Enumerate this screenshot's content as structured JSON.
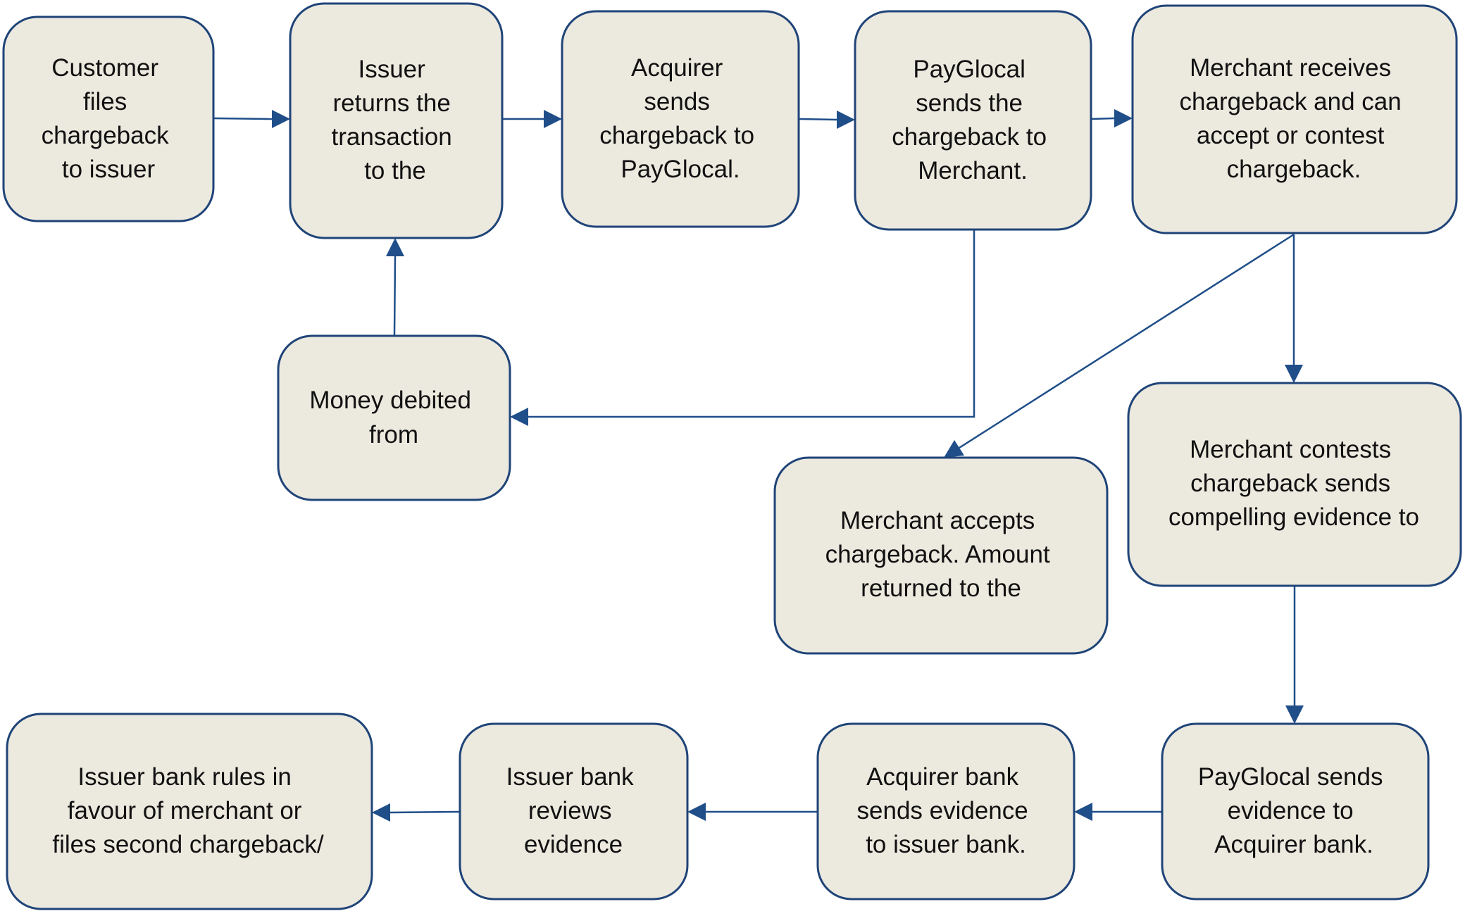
{
  "nodes": {
    "customer_files": {
      "lines": [
        "Customer",
        "files",
        "chargeback",
        "to issuer"
      ]
    },
    "issuer_returns": {
      "lines": [
        "Issuer",
        "returns the",
        "transaction",
        "to the"
      ]
    },
    "acquirer_sends": {
      "lines": [
        "Acquirer",
        "sends",
        "chargeback to",
        "PayGlocal."
      ]
    },
    "payglocal_sends_merchant": {
      "lines": [
        "PayGlocal",
        "sends the",
        "chargeback to",
        "Merchant."
      ]
    },
    "merchant_receives": {
      "lines": [
        "Merchant receives",
        "chargeback and can",
        "accept or contest",
        "chargeback."
      ]
    },
    "money_debited": {
      "lines": [
        "Money debited",
        "from"
      ]
    },
    "merchant_accepts": {
      "lines": [
        "Merchant accepts",
        "chargeback. Amount",
        "returned to the"
      ]
    },
    "merchant_contests": {
      "lines": [
        "Merchant contests",
        "chargeback sends",
        "compelling evidence to"
      ]
    },
    "payglocal_sends_evidence": {
      "lines": [
        "PayGlocal sends",
        "evidence to",
        "Acquirer bank."
      ]
    },
    "acquirer_bank_sends": {
      "lines": [
        "Acquirer bank",
        "sends evidence",
        "to issuer bank."
      ]
    },
    "issuer_bank_reviews": {
      "lines": [
        "Issuer bank",
        "reviews",
        "evidence"
      ]
    },
    "issuer_bank_rules": {
      "lines": [
        "Issuer bank rules in",
        "favour of merchant or",
        "files second chargeback/"
      ]
    }
  },
  "colors": {
    "node_fill": "#ECE9DF",
    "node_border": "#1F4478",
    "edge": "#1F4E89",
    "text": "#111111"
  }
}
